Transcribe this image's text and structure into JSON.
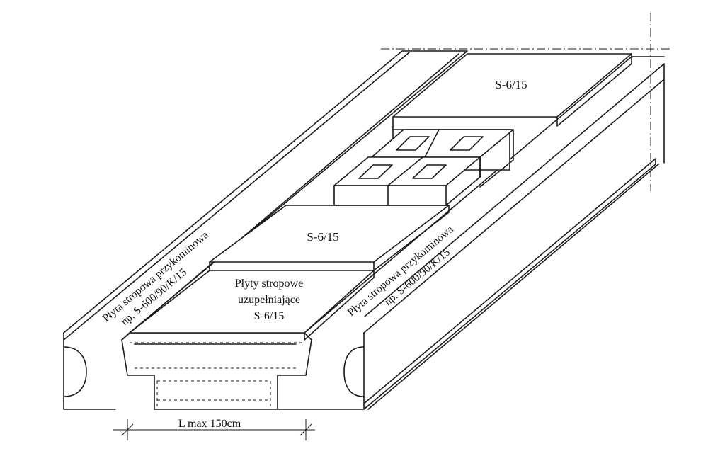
{
  "labels": {
    "slab_top": "S-6/15",
    "slab_middle": "S-6/15",
    "filler_line1": "Płyty stropowe",
    "filler_line2": "uzupełniające",
    "filler_line3": "S-6/15",
    "left_beam_line1": "Płyta stropowa przykominowa",
    "left_beam_line2": "np. S-600/90/K/15",
    "right_beam_line1": "Płyta stropowa przykominowa",
    "right_beam_line2": "np. S-600/90/K/15",
    "dimension": "L max 150cm"
  },
  "colors": {
    "line": "#1a1a1a",
    "background": "#ffffff"
  }
}
